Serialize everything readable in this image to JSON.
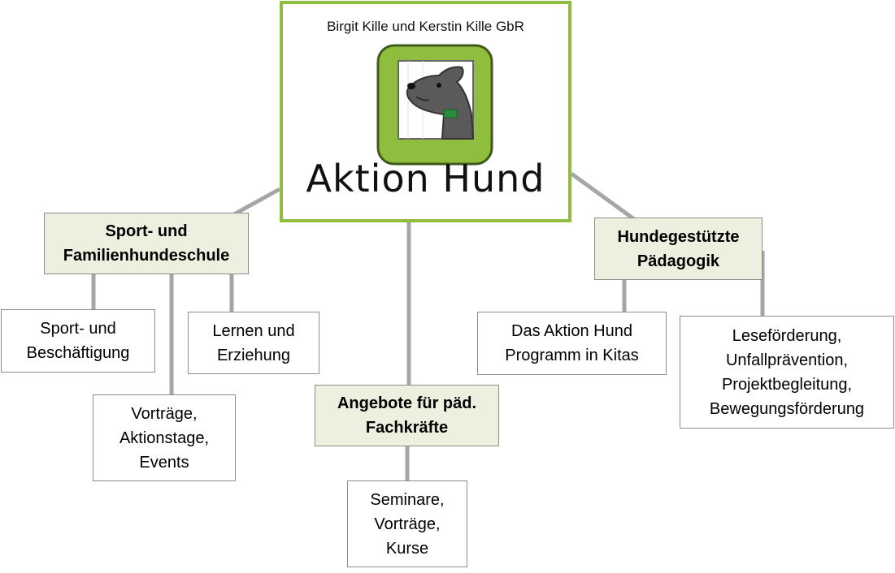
{
  "center": {
    "company": "Birgit Kille und Kerstin Kille GbR",
    "brand": "Aktion Hund",
    "logo_icon": "dog-in-frame-logo",
    "border_color": "#8fbe3f"
  },
  "categories": [
    {
      "lines": [
        "Sport- und",
        "Familienhundeschule"
      ]
    },
    {
      "lines": [
        "Angebote für päd.",
        "Fachkräfte"
      ]
    },
    {
      "lines": [
        "Hundegestützte",
        "Pädagogik"
      ]
    }
  ],
  "leaves": [
    {
      "lines": [
        "Sport- und",
        "Beschäftigung"
      ]
    },
    {
      "lines": [
        "Vorträge,",
        "Aktionstage,",
        "Events"
      ]
    },
    {
      "lines": [
        "Lernen und",
        "Erziehung"
      ]
    },
    {
      "lines": [
        "Seminare,",
        "Vorträge,",
        "Kurse"
      ]
    },
    {
      "lines": [
        "Das Aktion Hund",
        "Programm in Kitas"
      ]
    },
    {
      "lines": [
        "Leseförderung,",
        "Unfallprävention,",
        "Projektbegleitung,",
        "Bewegungsförderung"
      ]
    }
  ],
  "colors": {
    "category_fill": "#ebf1de",
    "box_border": "#8c8c8c",
    "connector": "#a6a6a6"
  }
}
